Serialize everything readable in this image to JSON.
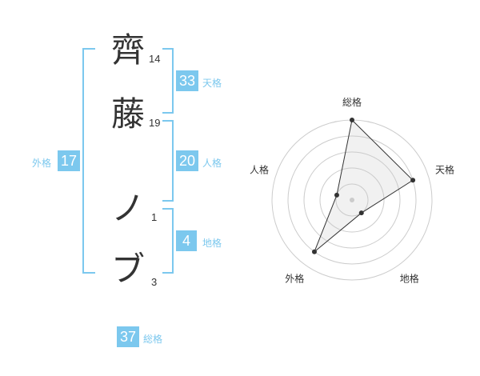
{
  "name_chars": [
    {
      "char": "齊",
      "strokes": "14"
    },
    {
      "char": "藤",
      "strokes": "19"
    },
    {
      "char": "ノ",
      "strokes": "1"
    },
    {
      "char": "ブ",
      "strokes": "3"
    }
  ],
  "kaku": {
    "tenkaku": {
      "value": "33",
      "label": "天格"
    },
    "jinkaku": {
      "value": "20",
      "label": "人格"
    },
    "chikaku": {
      "value": "4",
      "label": "地格"
    },
    "gaikaku": {
      "value": "17",
      "label": "外格"
    },
    "soukaku": {
      "value": "37",
      "label": "総格"
    }
  },
  "colors": {
    "accent": "#7cc8ee",
    "text": "#333333"
  },
  "chart_data": {
    "type": "radar",
    "axes": [
      "総格",
      "天格",
      "地格",
      "外格",
      "人格"
    ],
    "rings": 5,
    "values": [
      5,
      4,
      1,
      4,
      1
    ],
    "max": 5
  }
}
